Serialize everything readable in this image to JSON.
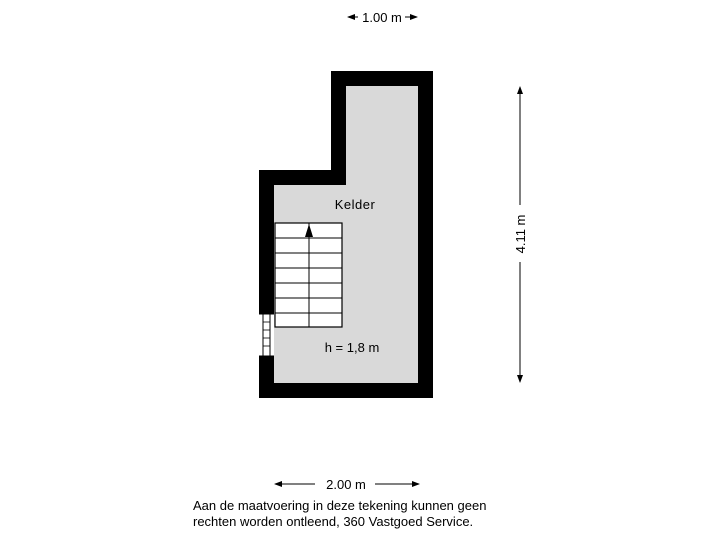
{
  "dimensions": {
    "top_width": "1.00 m",
    "right_height": "4.11 m",
    "bottom_width": "2.00 m"
  },
  "room": {
    "name": "Kelder",
    "height": "h = 1,8 m"
  },
  "disclaimer": {
    "line1": "Aan de maatvoering in deze tekening kunnen geen",
    "line2": "rechten worden ontleend, 360 Vastgoed Service."
  },
  "colors": {
    "wall": "#000000",
    "floor": "#d9d9d9",
    "stairs": "#ffffff"
  }
}
